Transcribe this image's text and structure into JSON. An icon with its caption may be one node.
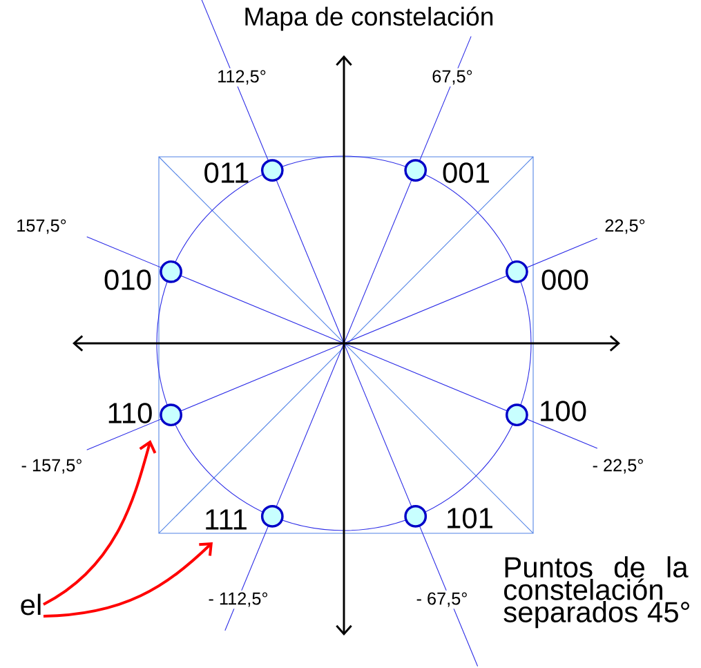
{
  "diagram": {
    "title": "Mapa de constelación",
    "nodes": [
      {
        "text": [],
        "shape": "circle",
        "beside": [
          "011"
        ]
      },
      {
        "text": [],
        "shape": "circle",
        "beside": [
          "001"
        ]
      },
      {
        "text": [],
        "shape": "circle",
        "beside": [
          "010"
        ]
      },
      {
        "text": [],
        "shape": "circle",
        "beside": [
          "000"
        ]
      },
      {
        "text": [],
        "shape": "circle",
        "beside": [
          "110"
        ]
      },
      {
        "text": [],
        "shape": "circle",
        "beside": [
          "100"
        ]
      },
      {
        "text": [],
        "shape": "circle",
        "beside": [
          "111"
        ]
      },
      {
        "text": [],
        "shape": "circle",
        "beside": [
          "101"
        ]
      },
      {
        "text": [
          "el"
        ]
      }
    ],
    "edges": [
      {
        "from": 8,
        "to": null,
        "arrow": "to",
        "color": "#ff0000"
      },
      {
        "from": 8,
        "to": null,
        "arrow": "to",
        "color": "#ff0000"
      }
    ],
    "labels": [
      "112,5°",
      "67,5°",
      "157,5°",
      "22,5°",
      "- 157,5°",
      "- 22,5°",
      "- 112,5°",
      "- 67,5°",
      "Puntos de la constelación separados 45°"
    ]
  }
}
